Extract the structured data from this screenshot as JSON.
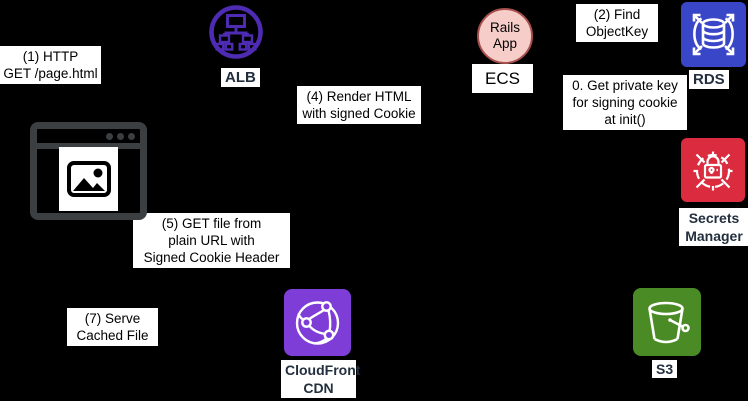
{
  "colors": {
    "canvas-bg": "#000000",
    "alb-purple": "#4D2BB2",
    "rails-fill": "#F7CDC9",
    "rails-stroke": "#A5504C",
    "rds-blue": "#3A46C8",
    "secrets-red": "#DB2B3F",
    "cloudfront-purple": "#7F3DD8",
    "s3-green": "#4A8B26",
    "browser-gray": "#3B3F42",
    "aws-label-navy": "#232F3E"
  },
  "nodes": {
    "alb": {
      "label": "ALB"
    },
    "rails_app": {
      "label": "Rails\nApp"
    },
    "ecs": {
      "label": "ECS"
    },
    "rds": {
      "label": "RDS"
    },
    "secrets_manager": {
      "label": "Secrets\nManager"
    },
    "cloudfront": {
      "label": "CloudFront\nCDN"
    },
    "s3": {
      "label": "S3"
    }
  },
  "steps": {
    "step0": "0. Get private key\nfor signing cookie\nat init()",
    "step1": "(1) HTTP\nGET /page.html",
    "step2": "(2) Find\nObjectKey",
    "step4": "(4) Render HTML\nwith signed Cookie",
    "step5": "(5) GET file from\nplain URL with\nSigned Cookie Header",
    "step7": "(7) Serve\nCached File"
  }
}
